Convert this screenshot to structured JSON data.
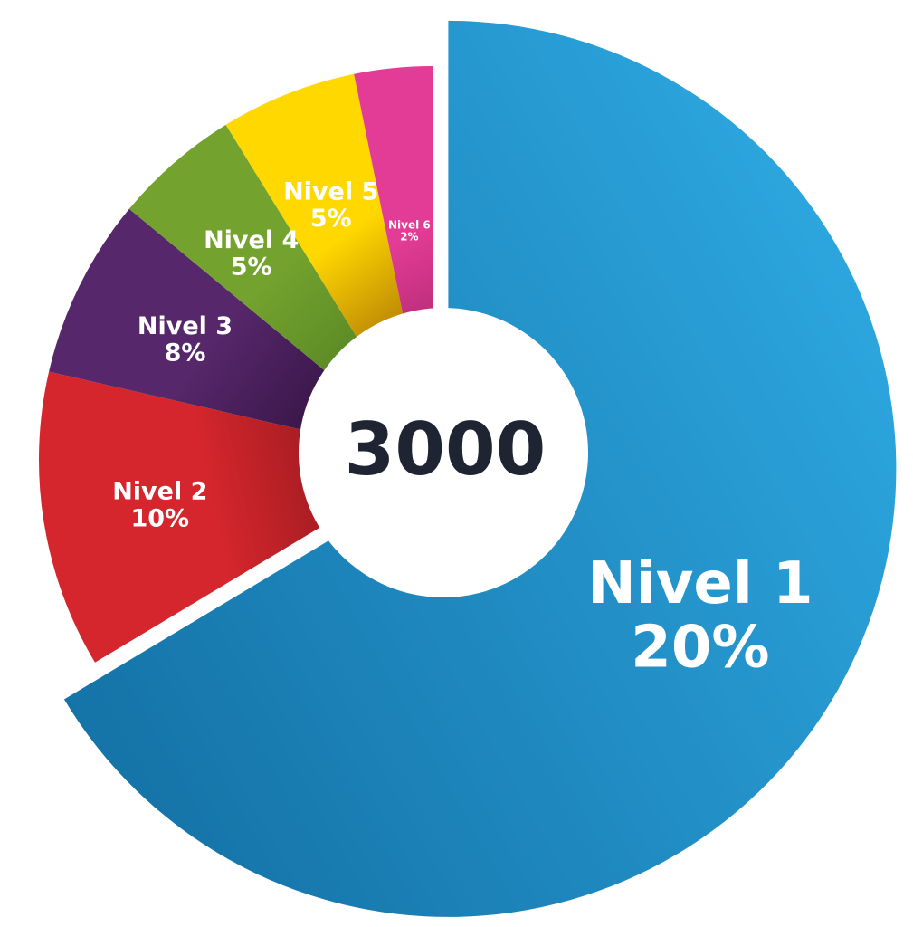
{
  "chart_data": {
    "type": "pie",
    "center_value": "3000",
    "slices": [
      {
        "name": "Nivel 1",
        "value_label": "20%",
        "share": 0.664,
        "color_light": "#2ea9e2",
        "color_dark": "#1472a6",
        "exploded": true
      },
      {
        "name": "Nivel 2",
        "value_label": "10%",
        "share": 0.122,
        "color_light": "#d4262c",
        "color_dark": "#7a141a",
        "exploded": false
      },
      {
        "name": "Nivel 3",
        "value_label": "8%",
        "share": 0.074,
        "color_light": "#56276a",
        "color_dark": "#2c0f3a",
        "exploded": false
      },
      {
        "name": "Nivel 4",
        "value_label": "5%",
        "share": 0.052,
        "color_light": "#73a22e",
        "color_dark": "#4f7d20",
        "exploded": false
      },
      {
        "name": "Nivel 5",
        "value_label": "5%",
        "share": 0.056,
        "color_light": "#ffd800",
        "color_dark": "#8a4a0a",
        "exploded": false
      },
      {
        "name": "Nivel 6",
        "value_label": "2%",
        "share": 0.032,
        "color_light": "#e33c96",
        "color_dark": "#8a1a55",
        "exploded": false
      }
    ]
  }
}
